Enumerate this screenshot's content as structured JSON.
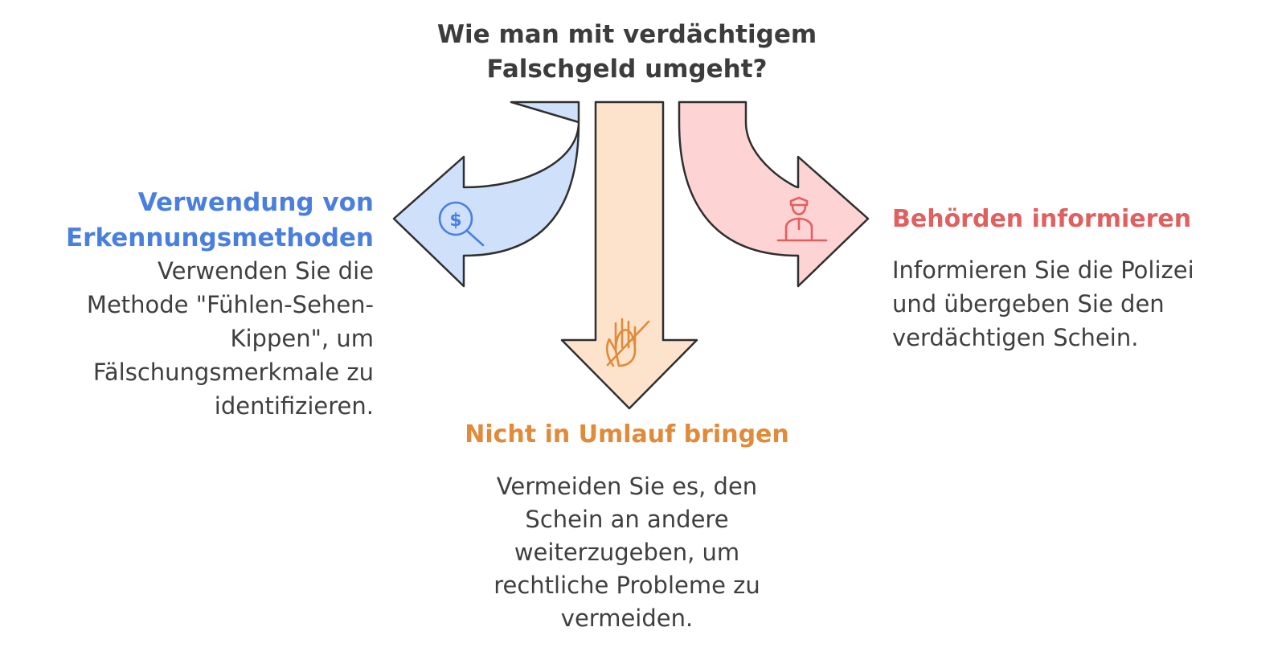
{
  "title": "Wie man mit verdächtigem\nFalschgeld umgeht?",
  "branches": {
    "left": {
      "heading": "Verwendung von\nErkennungsmethoden",
      "text": "Verwenden Sie die\nMethode \"Fühlen-Sehen-\nKippen\", um\nFälschungsmerkmale zu\nidentifizieren.",
      "icon": "magnifier-dollar-icon",
      "fill": "#cfe0fb",
      "accent": "#4a7fe0"
    },
    "bottom": {
      "heading": "Nicht in Umlauf bringen",
      "text": "Vermeiden Sie es, den\nSchein an andere\nweiterzugeben, um\nrechtliche Probleme zu\nvermeiden.",
      "icon": "crossed-hand-icon",
      "fill": "#fde3cc",
      "accent": "#e08a3a"
    },
    "right": {
      "heading": "Behörden informieren",
      "text": "Informieren Sie die Polizei\nund übergeben Sie den\nverdächtigen Schein.",
      "icon": "police-officer-icon",
      "fill": "#fdd3d3",
      "accent": "#e06060"
    }
  },
  "outline_color": "#2f2f2f",
  "text_color": "#3f3f3f"
}
